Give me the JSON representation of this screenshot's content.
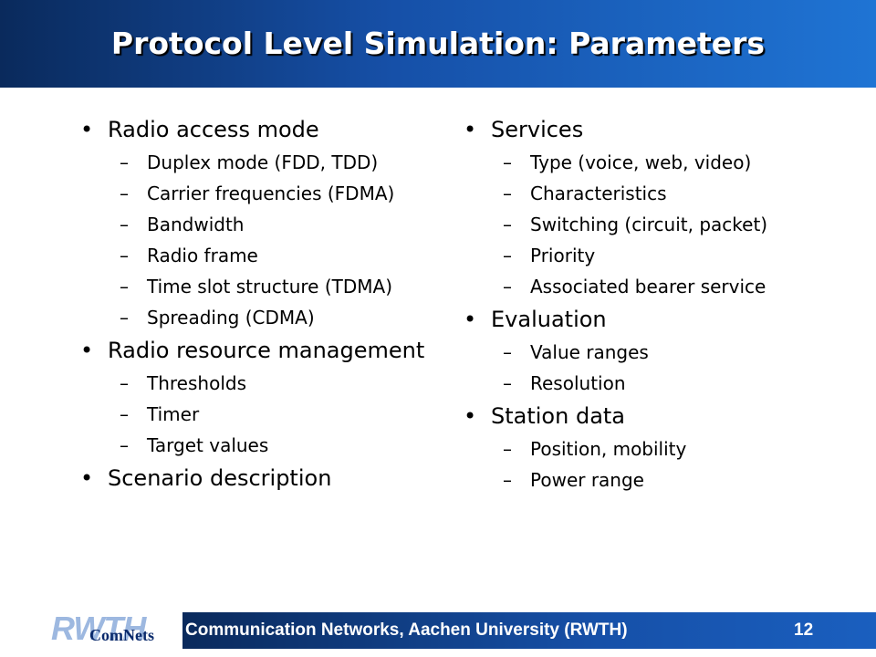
{
  "slide": {
    "title": "Protocol Level Simulation: Parameters",
    "left_column": [
      {
        "text": "Radio access mode",
        "sub": [
          "Duplex mode (FDD, TDD)",
          "Carrier frequencies (FDMA)",
          "Bandwidth",
          "Radio frame",
          "Time slot structure (TDMA)",
          "Spreading (CDMA)"
        ]
      },
      {
        "text": "Radio resource management",
        "sub": [
          "Thresholds",
          "Timer",
          "Target values"
        ]
      },
      {
        "text": "Scenario description",
        "sub": []
      }
    ],
    "right_column": [
      {
        "text": "Services",
        "sub": [
          "Type (voice, web, video)",
          "Characteristics",
          "Switching (circuit, packet)",
          "Priority",
          "Associated bearer service"
        ]
      },
      {
        "text": "Evaluation",
        "sub": [
          "Value ranges",
          "Resolution"
        ]
      },
      {
        "text": "Station data",
        "sub": [
          "Position, mobility",
          "Power range"
        ]
      }
    ]
  },
  "footer": {
    "logo_top": "RWTH",
    "logo_bottom": "ComNets",
    "text": "Communication Networks, Aachen University (RWTH)",
    "page_number": "12"
  },
  "colors": {
    "header_dark": "#0a2a5c",
    "header_light": "#1f74d4",
    "footer_bar": "#1650a8"
  }
}
